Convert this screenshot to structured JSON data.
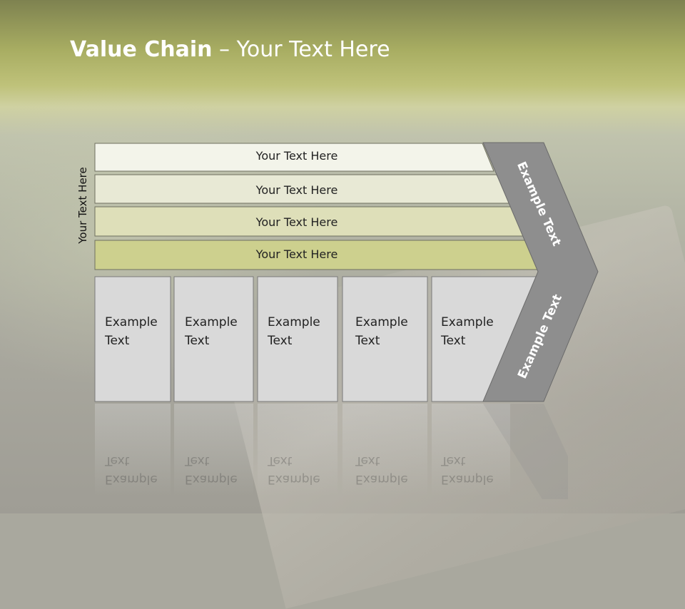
{
  "slide": {
    "title_bold": "Value Chain",
    "title_rest": " – Your Text Here",
    "side_label": "Your Text Here"
  },
  "rows": [
    {
      "label": "Your Text Here",
      "fill": "#f3f4ea"
    },
    {
      "label": "Your Text Here",
      "fill": "#e8e9d5"
    },
    {
      "label": "Your Text Here",
      "fill": "#dedfb9"
    },
    {
      "label": "Your Text Here",
      "fill": "#cdd08e"
    }
  ],
  "columns": [
    {
      "line1": "Example",
      "line2": "Text"
    },
    {
      "line1": "Example",
      "line2": "Text"
    },
    {
      "line1": "Example",
      "line2": "Text"
    },
    {
      "line1": "Example",
      "line2": "Text"
    },
    {
      "line1": "Example",
      "line2": "Text"
    }
  ],
  "arrow": {
    "top_label": "Example Text",
    "bottom_label": "Example Text",
    "fill": "#8e8e8e"
  },
  "colors": {
    "column_fill": "#d9d9d9",
    "border": "#6f7060"
  }
}
